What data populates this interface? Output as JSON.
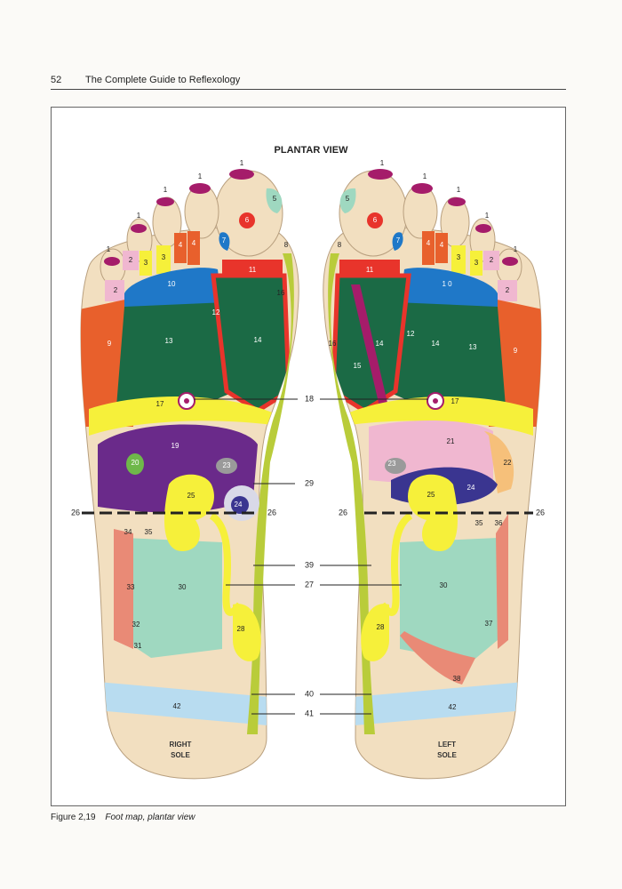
{
  "header": {
    "page_number": "52",
    "book_title": "The Complete Guide to Reflexology"
  },
  "figure": {
    "title": "PLANTAR VIEW",
    "caption_number": "Figure 2,19",
    "caption_text": "Foot map, plantar view",
    "right_label": [
      "RIGHT",
      "SOLE"
    ],
    "left_label": [
      "LEFT",
      "SOLE"
    ]
  },
  "zone_labels": {
    "n1": "1",
    "n2": "2",
    "n3": "3",
    "n4": "4",
    "n5": "5",
    "n6": "6",
    "n7": "7",
    "n8": "8",
    "n9": "9",
    "n10": "10",
    "n10b": "1 0",
    "n11": "11",
    "n12": "12",
    "n13": "13",
    "n14": "14",
    "n15": "15",
    "n16": "16",
    "n17": "17",
    "n18": "18",
    "n19": "19",
    "n20": "20",
    "n21": "21",
    "n22": "22",
    "n23": "23",
    "n24": "24",
    "n25": "25",
    "n26": "26",
    "n27": "27",
    "n28": "28",
    "n29": "29",
    "n30": "30",
    "n31": "31",
    "n32": "32",
    "n33": "33",
    "n34": "34",
    "n35": "35",
    "n36": "36",
    "n37": "37",
    "n38": "38",
    "n39": "39",
    "n40": "40",
    "n41": "41",
    "n42": "42"
  },
  "colors": {
    "skin": "#f2dfc0",
    "yellow": "#f6f03a",
    "dark_green": "#1b6a45",
    "orange": "#e8602c",
    "blue": "#1f78c8",
    "red": "#e8342b",
    "purple": "#6a2a8a",
    "magenta": "#a51c6a",
    "pink": "#f0b7d0",
    "light_teal": "#9fd8c0",
    "salmon": "#e98a76",
    "light_blue": "#b8dcf0",
    "light_green": "#b9cc3a",
    "navy": "#3a3590",
    "light_orange": "#f6c07a",
    "grey": "#9a9a9a"
  }
}
